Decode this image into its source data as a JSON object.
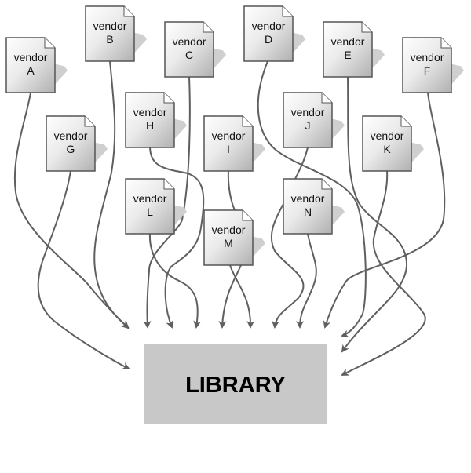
{
  "diagram": {
    "type": "many-to-one dependency diagram",
    "target": {
      "id": "library",
      "label": "LIBRARY",
      "fill": "#c8c8c8"
    },
    "vendors": [
      {
        "id": "A",
        "line1": "vendor",
        "line2": "A"
      },
      {
        "id": "B",
        "line1": "vendor",
        "line2": "B"
      },
      {
        "id": "C",
        "line1": "vendor",
        "line2": "C"
      },
      {
        "id": "D",
        "line1": "vendor",
        "line2": "D"
      },
      {
        "id": "E",
        "line1": "vendor",
        "line2": "E"
      },
      {
        "id": "F",
        "line1": "vendor",
        "line2": "F"
      },
      {
        "id": "G",
        "line1": "vendor",
        "line2": "G"
      },
      {
        "id": "H",
        "line1": "vendor",
        "line2": "H"
      },
      {
        "id": "I",
        "line1": "vendor",
        "line2": "I"
      },
      {
        "id": "J",
        "line1": "vendor",
        "line2": "J"
      },
      {
        "id": "K",
        "line1": "vendor",
        "line2": "K"
      },
      {
        "id": "L",
        "line1": "vendor",
        "line2": "L"
      },
      {
        "id": "M",
        "line1": "vendor",
        "line2": "M"
      },
      {
        "id": "N",
        "line1": "vendor",
        "line2": "N"
      }
    ],
    "edges": [
      {
        "from": "A",
        "to": "library"
      },
      {
        "from": "B",
        "to": "library"
      },
      {
        "from": "C",
        "to": "library"
      },
      {
        "from": "D",
        "to": "library"
      },
      {
        "from": "E",
        "to": "library"
      },
      {
        "from": "F",
        "to": "library"
      },
      {
        "from": "G",
        "to": "library"
      },
      {
        "from": "H",
        "to": "library"
      },
      {
        "from": "I",
        "to": "library"
      },
      {
        "from": "J",
        "to": "library"
      },
      {
        "from": "K",
        "to": "library"
      },
      {
        "from": "L",
        "to": "library"
      },
      {
        "from": "M",
        "to": "library"
      },
      {
        "from": "N",
        "to": "library"
      }
    ],
    "colors": {
      "edge": "#5f5f5f",
      "doc_border": "#555555",
      "doc_shadow": "#cfcfcf",
      "doc_gradient_light": "#ffffff",
      "doc_gradient_dark": "#b4b4b4"
    }
  }
}
